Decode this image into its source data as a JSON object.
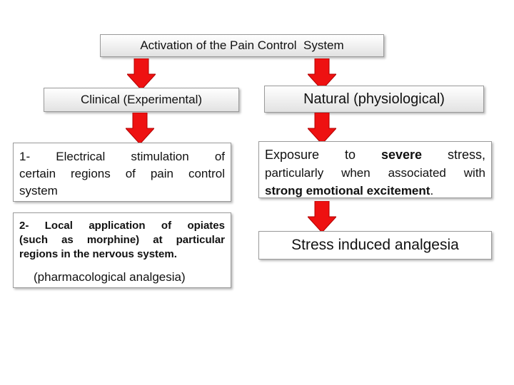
{
  "top_box": {
    "text": "Activation of the Pain Control  System"
  },
  "left_header": {
    "text": "Clinical (Experimental)"
  },
  "right_header": {
    "text": "Natural (physiological)"
  },
  "left_box_1": {
    "line1": "1- Electrical stimulation of",
    "line2": "certain regions of pain control",
    "line3": "system"
  },
  "left_box_2": {
    "line1": "2- Local application of opiates",
    "line2": "(such as morphine) at particular",
    "line3": "regions in the nervous system.",
    "note": "(pharmacological analgesia)"
  },
  "right_box_1": {
    "w1": "Exposure",
    "w2": "to",
    "w3": "severe",
    "w4": "stress,",
    "line2": "particularly when associated with",
    "line3_bold": "strong emotional excitement",
    "line3_end": "."
  },
  "right_box_2": {
    "text": "Stress induced analgesia"
  },
  "colors": {
    "arrow": "#ee1111",
    "arrow_outline": "#b30000",
    "box_border": "#9a9a9a"
  }
}
